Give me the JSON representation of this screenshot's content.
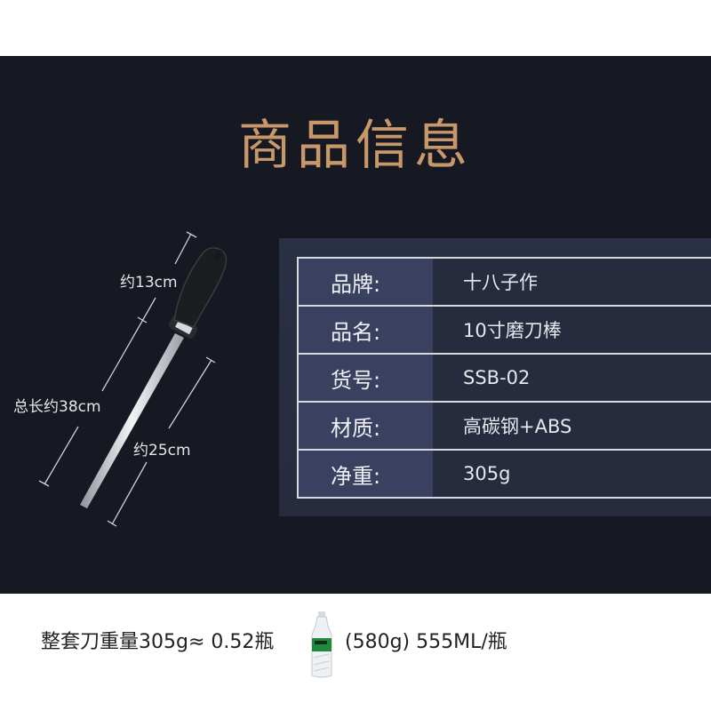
{
  "header": {
    "title": "商品信息"
  },
  "dimensions": {
    "handle": "约13cm",
    "total": "总长约38cm",
    "rod": "约25cm"
  },
  "specs": [
    {
      "label": "品牌:",
      "value": "十八子作"
    },
    {
      "label": "品名:",
      "value": "10寸磨刀棒"
    },
    {
      "label": "货号:",
      "value": "SSB-02"
    },
    {
      "label": "材质:",
      "value": "高碳钢+ABS"
    },
    {
      "label": "净重:",
      "value": "305g"
    }
  ],
  "footer": {
    "weight_text": "整套刀重量305g≈ 0.52瓶",
    "bottle_text": "(580g) 555ML/瓶"
  },
  "colors": {
    "background": "#161922",
    "title": "#c8976a",
    "panel": "#2a3045",
    "label_cell": "#3a4160",
    "value_cell": "#262b3e",
    "border": "#d7d9df"
  }
}
